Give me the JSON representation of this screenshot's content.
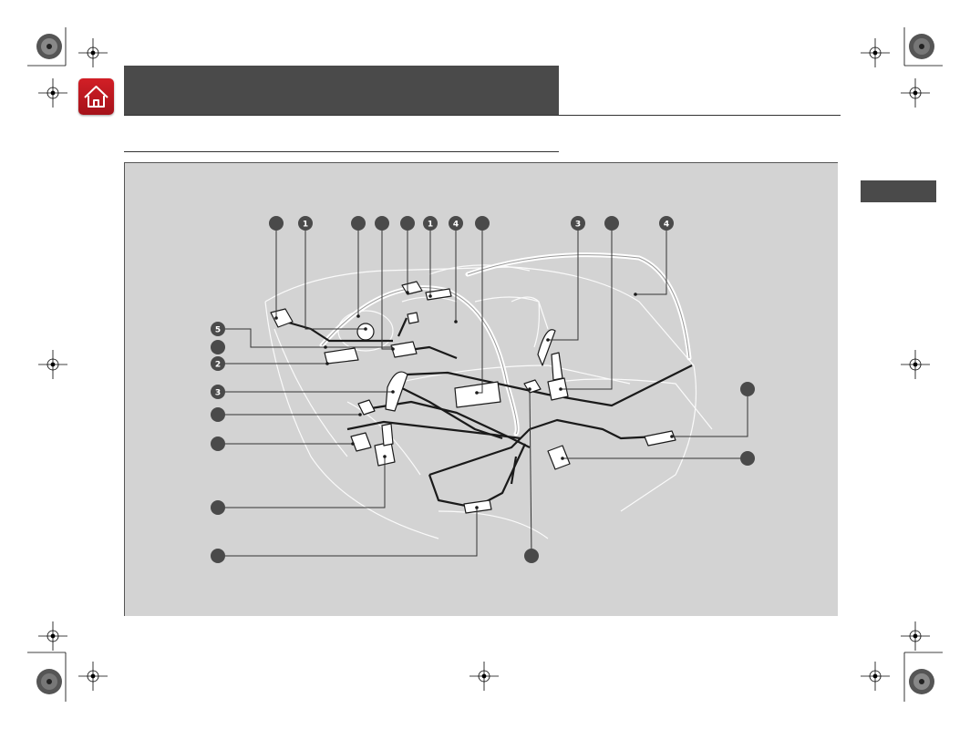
{
  "colors": {
    "header_band": "#4a4a4a",
    "home_button": "#c8161d",
    "figure_background": "#d3d3d3",
    "callout": "#4a4a4a",
    "car_outline": "#ffffff"
  },
  "icons": {
    "home": "house-icon",
    "registration": "registration-mark-icon"
  },
  "figure": {
    "callout_labels": [
      "1",
      "1",
      "2",
      "3",
      "3",
      "4",
      "4",
      "5"
    ]
  }
}
